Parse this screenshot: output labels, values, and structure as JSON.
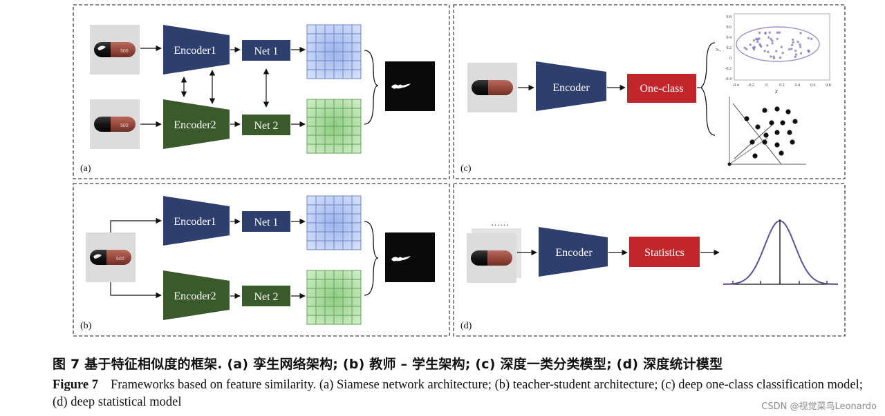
{
  "panels": {
    "a": {
      "label": "(a)",
      "encoder_top": "Encoder1",
      "encoder_bottom": "Encoder2",
      "net_top": "Net 1",
      "net_bottom": "Net 2"
    },
    "b": {
      "label": "(b)",
      "encoder_top": "Encoder1",
      "encoder_bottom": "Encoder2",
      "net_top": "Net 1",
      "net_bottom": "Net 2"
    },
    "c": {
      "label": "(c)",
      "encoder": "Encoder",
      "classifier": "One-class",
      "scatter_x_label": "x",
      "scatter_y_label": "y",
      "scatter_x_ticks": [
        "-0.4",
        "-0.2",
        "0",
        "0.2",
        "0.4",
        "0.6",
        "0.8"
      ],
      "scatter_y_ticks": [
        "0.8",
        "0.6",
        "0.4",
        "0.2",
        "0",
        "-0.2",
        "-0.4"
      ]
    },
    "d": {
      "label": "(d)",
      "dots": "……",
      "encoder": "Encoder",
      "statistics": "Statistics"
    }
  },
  "caption": {
    "cn": "图 7   基于特征相似度的框架. (a) 孪生网络架构; (b) 教师 – 学生架构; (c) 深度一类分类模型; (d) 深度统计模型",
    "en_label": "Figure 7",
    "en_text": "Frameworks based on feature similarity. (a) Siamese network architecture; (b) teacher-student architecture; (c) deep one-class classification model; (d) deep statistical model"
  },
  "watermark": "CSDN @视觉菜鸟Leonardo",
  "colors": {
    "encoder_blue": "#2e3f6e",
    "encoder_green": "#3a5a2c",
    "classifier_red": "#c0262c",
    "grid_blue": "#a9bde8",
    "grid_green": "#a6d49a",
    "gaussian": "#5b4f9a"
  }
}
